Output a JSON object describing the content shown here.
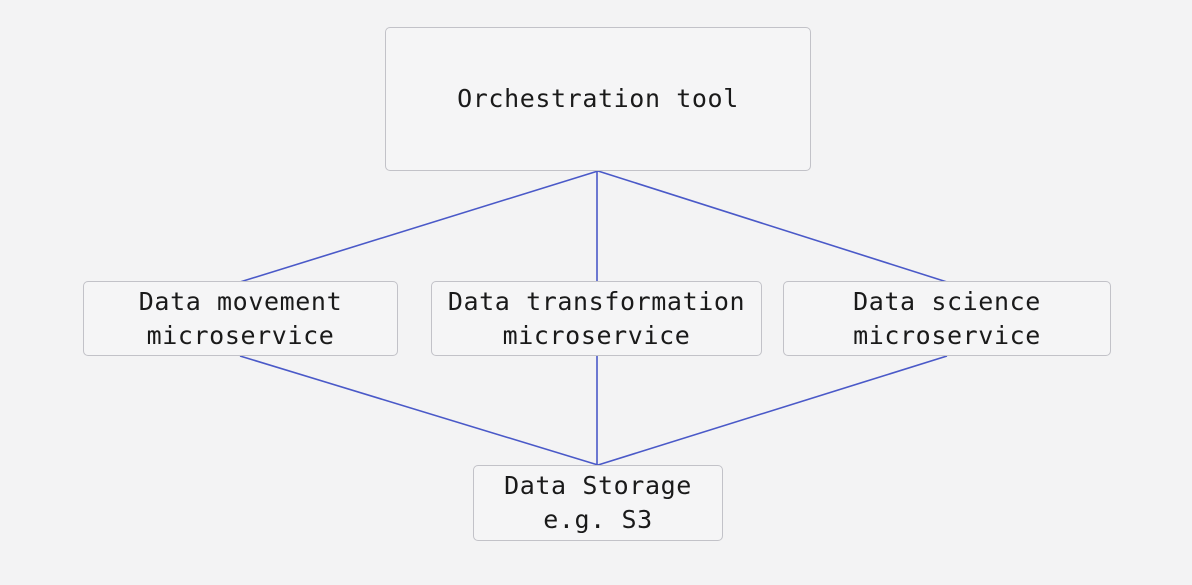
{
  "diagram": {
    "nodes": {
      "orchestration": {
        "label": "Orchestration tool"
      },
      "movement": {
        "label_line1": "Data movement",
        "label_line2": "microservice"
      },
      "transformation": {
        "label_line1": "Data transformation",
        "label_line2": "microservice"
      },
      "science": {
        "label_line1": "Data science",
        "label_line2": "microservice"
      },
      "storage": {
        "label_line1": "Data Storage",
        "label_line2": "e.g. S3"
      }
    },
    "edges": [
      {
        "from": "Orchestration tool",
        "to": "Data movement microservice"
      },
      {
        "from": "Orchestration tool",
        "to": "Data transformation microservice"
      },
      {
        "from": "Orchestration tool",
        "to": "Data science microservice"
      },
      {
        "from": "Data movement microservice",
        "to": "Data Storage e.g. S3"
      },
      {
        "from": "Data transformation microservice",
        "to": "Data Storage e.g. S3"
      },
      {
        "from": "Data science microservice",
        "to": "Data Storage e.g. S3"
      }
    ],
    "colors": {
      "background": "#f3f3f4",
      "node_fill": "#f5f5f6",
      "node_border": "#c2c2c8",
      "edge": "#4a59c8",
      "text": "#1a1a1a"
    }
  }
}
